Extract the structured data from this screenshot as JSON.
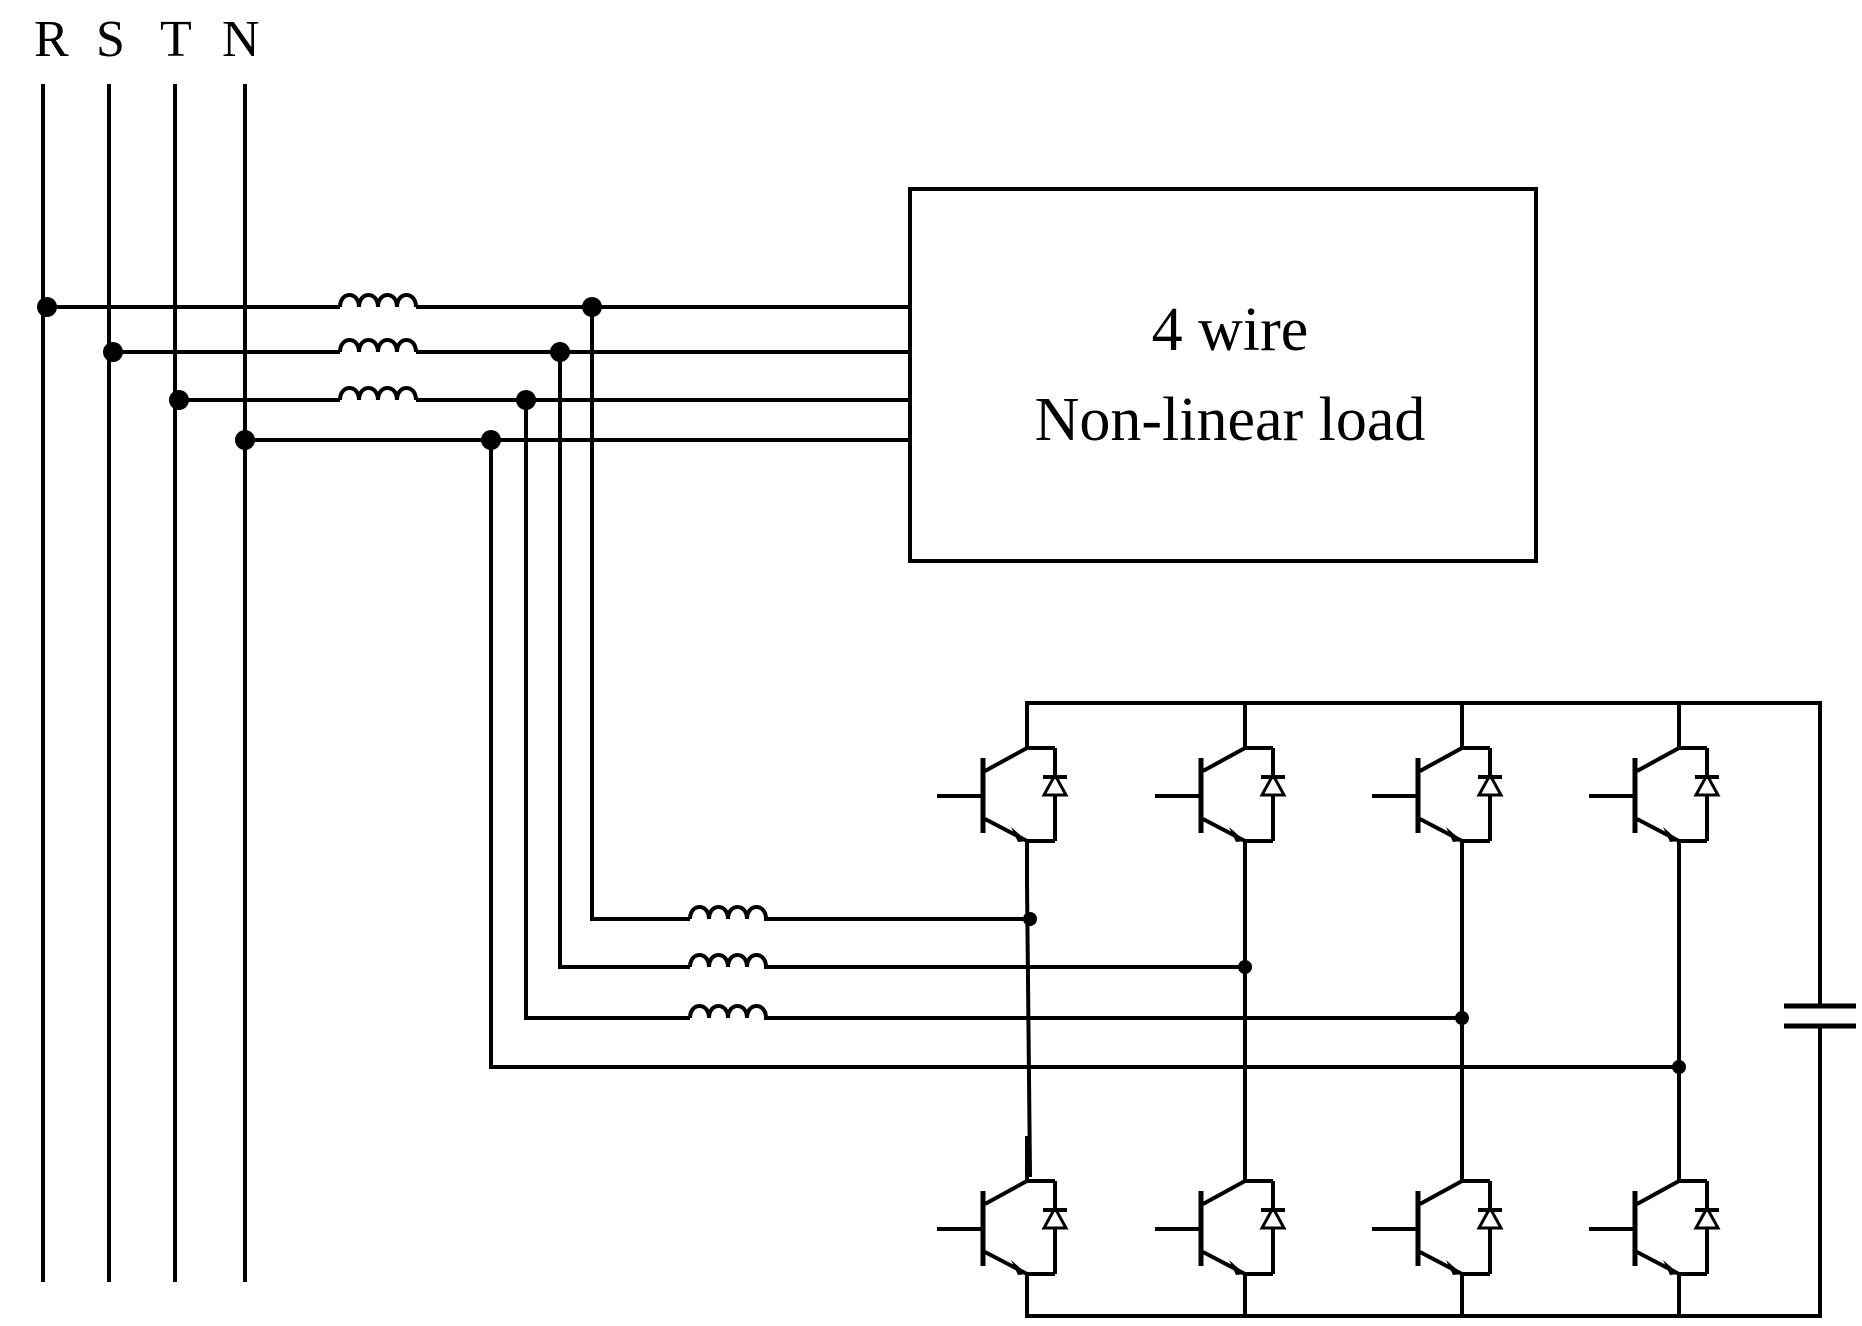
{
  "phases": [
    "R",
    "S",
    "T",
    "N"
  ],
  "load": {
    "line1": "4 wire",
    "line2": "Non-linear load"
  },
  "colors": {
    "line": "#000000",
    "background": "#ffffff"
  },
  "components": {
    "source_inductors": 3,
    "filter_inductors": 3,
    "igbt_switches": 8,
    "dc_capacitors": 1
  }
}
